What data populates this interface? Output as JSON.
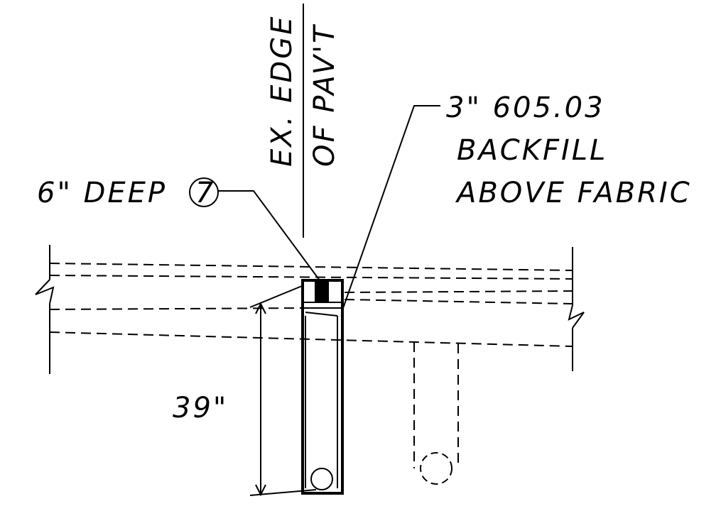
{
  "labels": {
    "edge_line1": "EX. EDGE",
    "edge_line2": "OF PAV'T",
    "backfill_line1": "3\" 605.03",
    "backfill_line2": "BACKFILL",
    "backfill_line3": "ABOVE FABRIC",
    "depth_text": "6\" DEEP",
    "callout_number": "7",
    "dimension": "39\""
  },
  "colors": {
    "ink": "#000000",
    "background": "#ffffff"
  }
}
